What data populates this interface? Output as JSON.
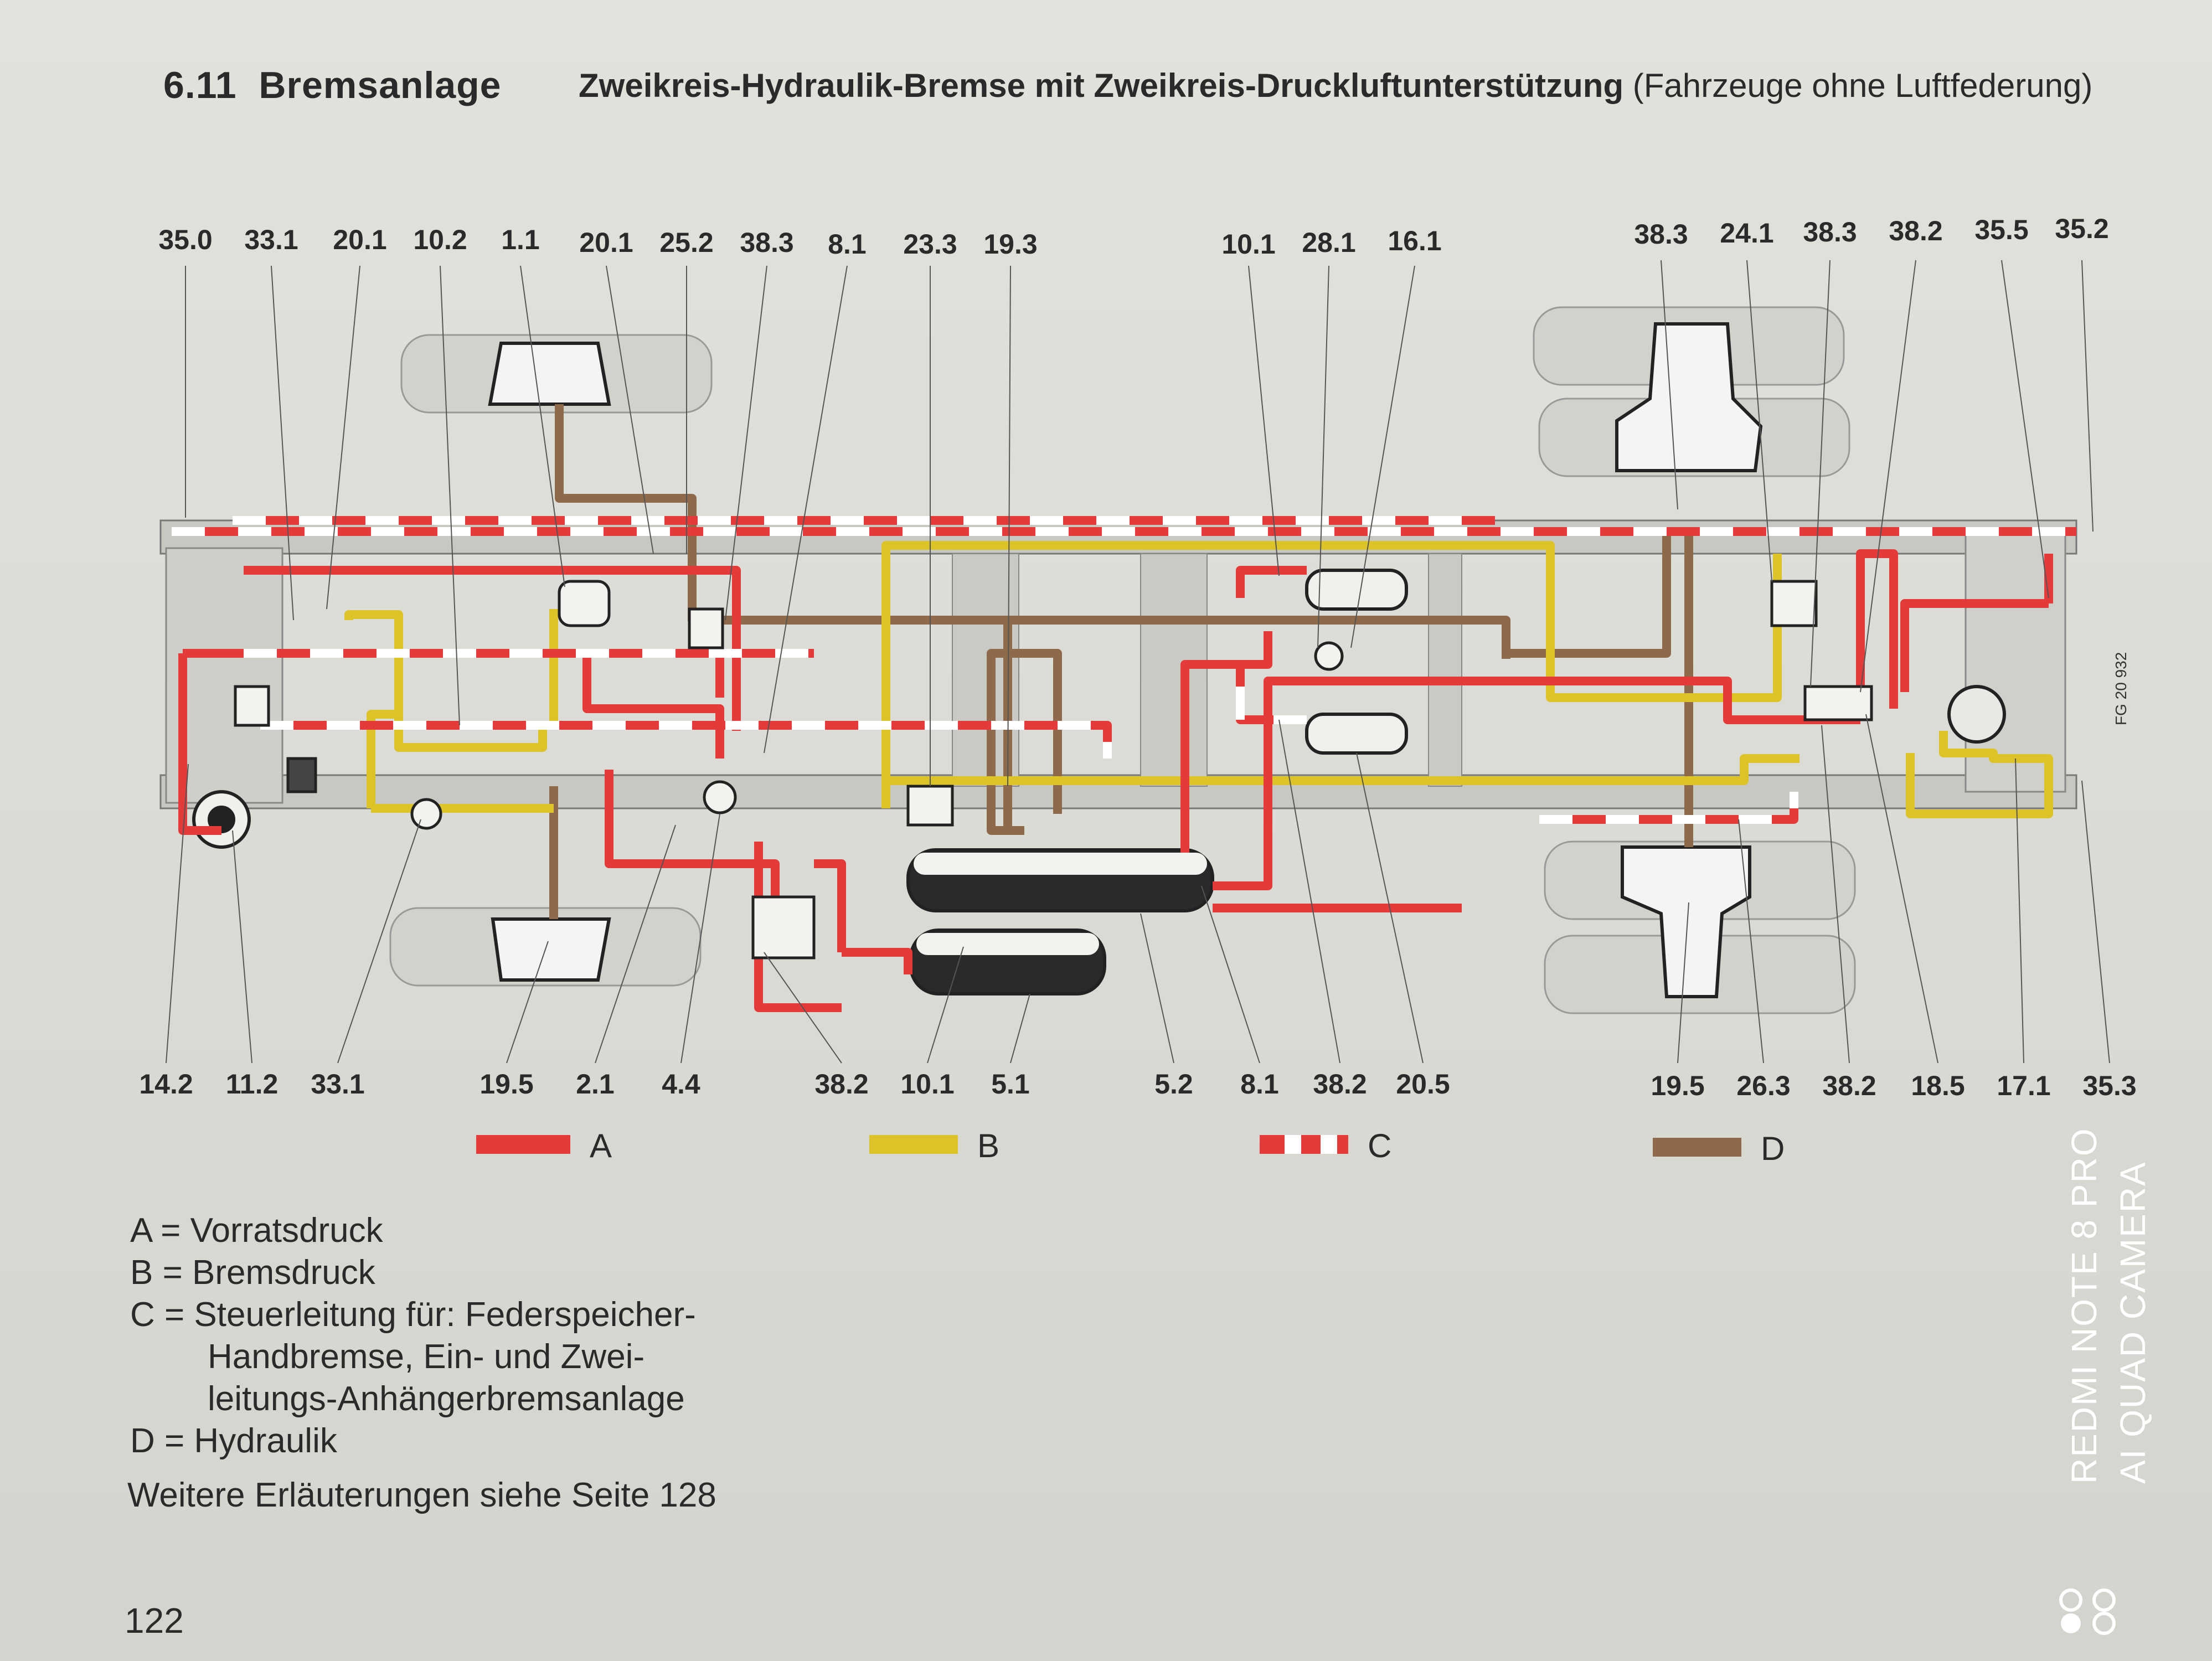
{
  "header": {
    "section_number": "6.11",
    "section_title": "Bremsanlage",
    "subtitle_bold": "Zweikreis-Hydraulik-Bremse mit Zweikreis-Druckluftunterstützung",
    "subtitle_normal": "(Fahrzeuge ohne Luftfederung)"
  },
  "callouts_top": [
    "35.0",
    "33.1",
    "20.1",
    "10.2",
    "1.1",
    "20.1",
    "25.2",
    "38.3",
    "8.1",
    "23.3",
    "19.3",
    "10.1",
    "28.1",
    "16.1",
    "38.3",
    "24.1",
    "38.3",
    "38.2",
    "35.5",
    "35.2"
  ],
  "callouts_bottom": [
    "14.2",
    "11.2",
    "33.1",
    "19.5",
    "2.1",
    "4.4",
    "38.2",
    "10.1",
    "5.1",
    "5.2",
    "8.1",
    "38.2",
    "20.5",
    "19.5",
    "26.3",
    "38.2",
    "18.5",
    "17.1",
    "35.3"
  ],
  "figure_code": "FG 20 932",
  "legend": [
    {
      "key": "A",
      "color": "#e53a3a",
      "style": "solid"
    },
    {
      "key": "B",
      "color": "#dcc428",
      "style": "solid"
    },
    {
      "key": "C",
      "color": "#e53a3a",
      "style": "dashed"
    },
    {
      "key": "D",
      "color": "#8e6a4a",
      "style": "solid"
    }
  ],
  "definitions": [
    {
      "text": "A = Vorratsdruck"
    },
    {
      "text": "B = Bremsdruck"
    },
    {
      "text": "C = Steuerleitung für: Federspeicher-"
    },
    {
      "text": "Handbremse, Ein- und Zwei-"
    },
    {
      "text": "leitungs-Anhängerbremsanlage"
    },
    {
      "text": "D = Hydraulik"
    }
  ],
  "more_info": "Weitere Erläuterungen siehe Seite 128",
  "page_number": "122",
  "watermark": {
    "line1": "REDMI NOTE 8 PRO",
    "line2": "AI QUAD CAMERA"
  }
}
